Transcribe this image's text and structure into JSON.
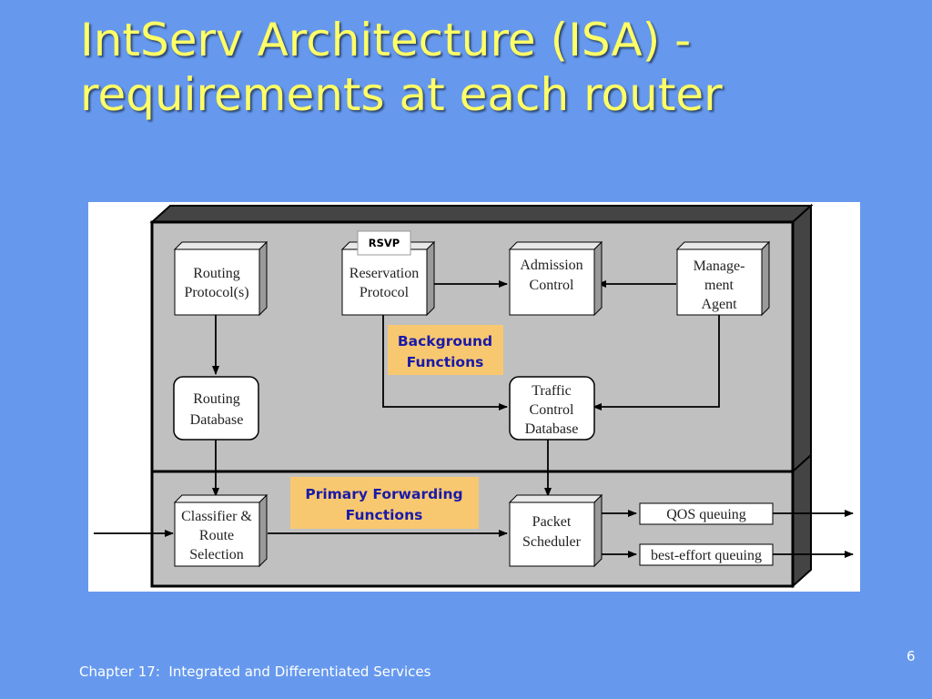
{
  "slide": {
    "title_line1": "IntServ Architecture (ISA) -",
    "title_line2": "requirements at each router",
    "footer": "Chapter 17:  Integrated and Differentiated Services",
    "page_number": "6"
  },
  "diagram": {
    "rsvp_tag": "RSVP",
    "routing_protocol": [
      "Routing",
      "Protocol(s)"
    ],
    "reservation_protocol": [
      "Reservation",
      "Protocol"
    ],
    "admission_control": [
      "Admission",
      "Control"
    ],
    "management_agent": [
      "Manage-",
      "ment",
      "Agent"
    ],
    "routing_database": [
      "Routing",
      "Database"
    ],
    "traffic_control_database": [
      "Traffic",
      "Control",
      "Database"
    ],
    "classifier": [
      "Classifier &",
      "Route",
      "Selection"
    ],
    "packet_scheduler": [
      "Packet",
      "Scheduler"
    ],
    "qos_queuing": "QOS queuing",
    "best_effort_queuing": "best-effort queuing",
    "background_label": [
      "Background",
      "Functions"
    ],
    "forwarding_label": [
      "Primary Forwarding",
      "Functions"
    ]
  },
  "colors": {
    "background": "#6699ee",
    "title": "#ffff66",
    "label_box": "#f8c870",
    "label_text": "#1a1aa8",
    "router_panel": "#c0c0c0"
  }
}
